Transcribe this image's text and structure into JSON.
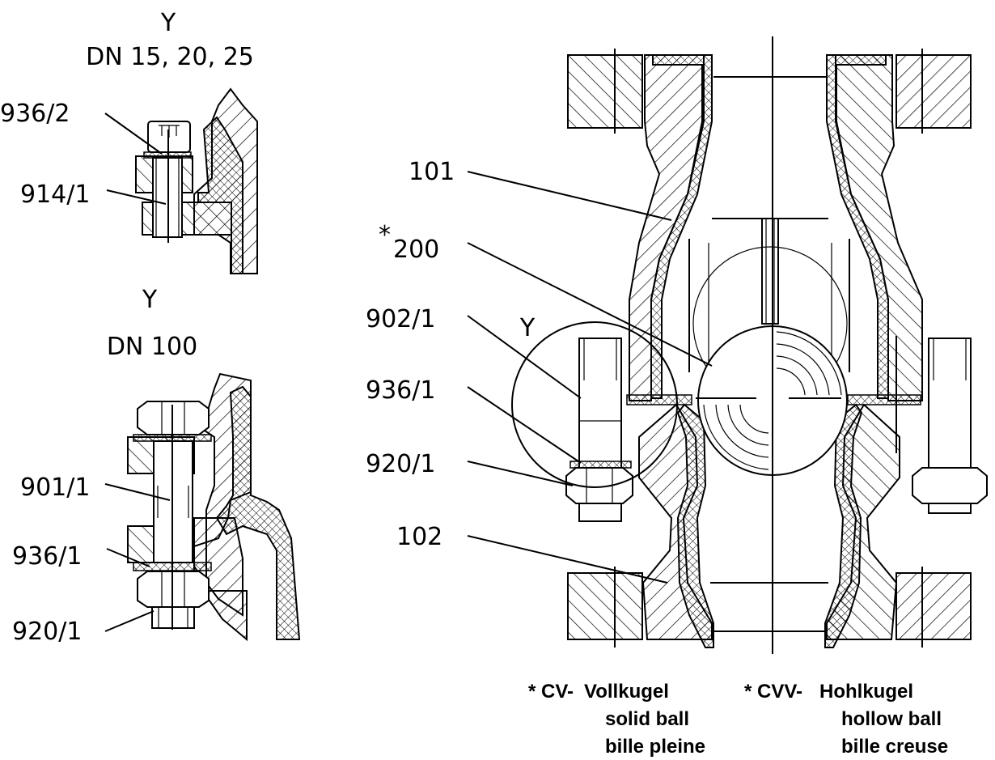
{
  "views": {
    "detail_small": {
      "view_label": "Y",
      "size_label": "DN 15, 20, 25"
    },
    "detail_large": {
      "view_label": "Y",
      "size_label": "DN 100"
    },
    "main": {
      "detail_circle_label": "Y"
    }
  },
  "part_labels": {
    "p936_2": "936/2",
    "p914_1": "914/1",
    "p901_1": "901/1",
    "p936_1_left": "936/1",
    "p920_1_left": "920/1",
    "p101": "101",
    "p200_star": "*",
    "p200": "200",
    "p902_1": "902/1",
    "p936_1": "936/1",
    "p920_1": "920/1",
    "p102": "102"
  },
  "legend": {
    "cv": {
      "code": "* CV-",
      "lines": [
        "Vollkugel",
        "solid ball",
        "bille pleine"
      ]
    },
    "cvv": {
      "code": "* CVV-",
      "lines": [
        "Hohlkugel",
        "hollow ball",
        "bille creuse"
      ]
    }
  }
}
